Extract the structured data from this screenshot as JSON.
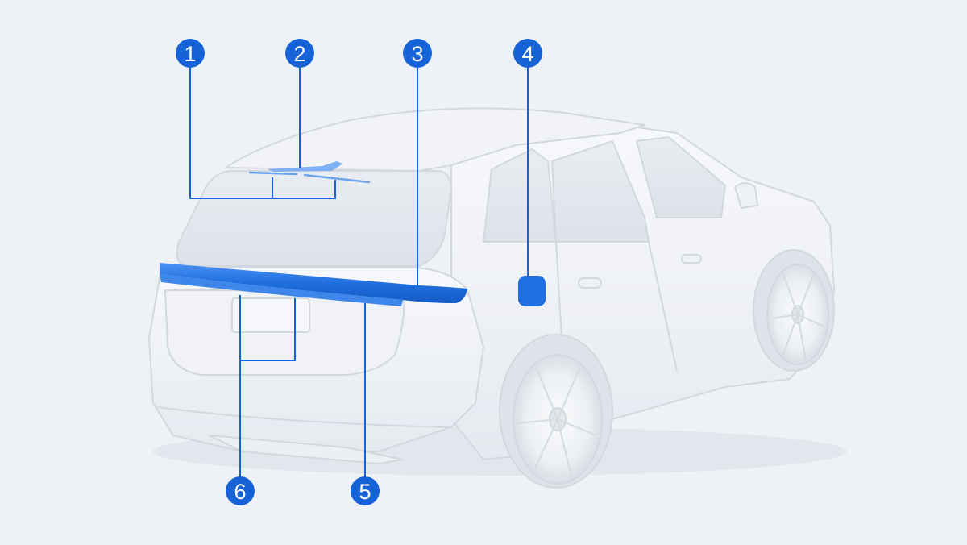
{
  "diagram": {
    "callouts": [
      {
        "id": "1",
        "label": "1"
      },
      {
        "id": "2",
        "label": "2"
      },
      {
        "id": "3",
        "label": "3"
      },
      {
        "id": "4",
        "label": "4"
      },
      {
        "id": "5",
        "label": "5"
      },
      {
        "id": "6",
        "label": "6"
      }
    ]
  },
  "colors": {
    "background": "#eef2f7",
    "car_body": "#f4f6f9",
    "car_outline": "#d3d8df",
    "highlight": "#1f6fe0",
    "callout_fill": "#1563d6",
    "leader_line": "#1563d6"
  }
}
